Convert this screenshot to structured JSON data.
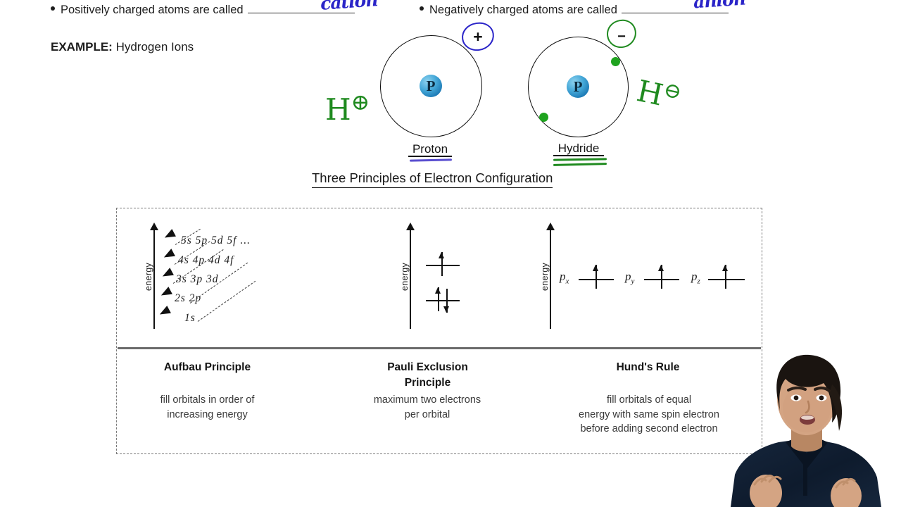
{
  "slide": {
    "bullets": [
      {
        "text": "Positively charged atoms are called",
        "handwriting": "cation",
        "hand_color": "#2a24c8"
      },
      {
        "text": "Negatively charged atoms are called",
        "handwriting": "anion",
        "hand_color": "#2a24c8"
      }
    ],
    "example_label": "EXAMPLE:",
    "example_text": "Hydrogen Ions",
    "atoms": [
      {
        "label": "Proton",
        "nucleus": "P",
        "charge_badge": "+",
        "badge_color": "#2a24c8",
        "hand_note": "H",
        "hand_charge": "⊕",
        "hand_color": "#1f8a1f",
        "underline_color": "#5a4fd0",
        "electron_count": 0
      },
      {
        "label": "Hydride",
        "nucleus": "P",
        "charge_badge": "−",
        "badge_color": "#1f8a1f",
        "hand_note": "H",
        "hand_charge": "⊖",
        "hand_color": "#1f8a1f",
        "underline_color": "#1f8a1f",
        "electron_count": 2
      }
    ],
    "principles_heading": "Three Principles of Electron Configuration",
    "energy_axis_label": "energy",
    "aufbau": {
      "rows": [
        "5s  5p  5d  5f  ...",
        "4s  4p  4d  4f",
        "3s  3p  3d",
        "2s  2p",
        "1s"
      ]
    },
    "hund_orbitals": [
      {
        "label": "p",
        "sub": "x"
      },
      {
        "label": "p",
        "sub": "y"
      },
      {
        "label": "p",
        "sub": "z"
      }
    ],
    "principles": [
      {
        "title": "Aufbau Principle",
        "body": "fill orbitals in order of\nincreasing energy"
      },
      {
        "title": "Pauli Exclusion\nPrinciple",
        "body": "maximum two electrons\nper orbital"
      },
      {
        "title": "Hund's Rule",
        "body": "fill orbitals of equal\nenergy with same spin electron\nbefore adding second electron"
      }
    ]
  }
}
